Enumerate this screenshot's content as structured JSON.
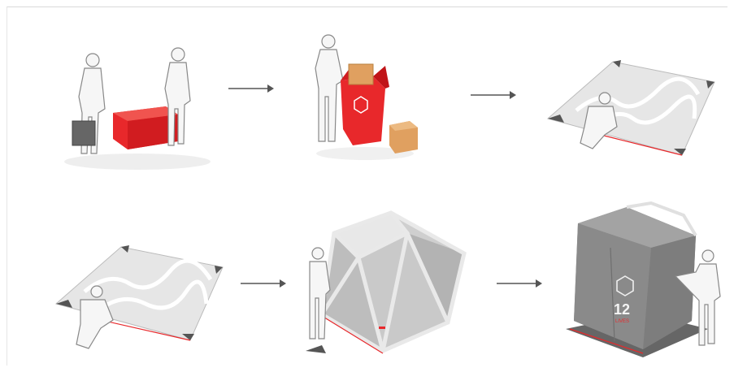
{
  "illustration": {
    "steps": [
      {
        "id": 1,
        "icon": "people-carrying-red-box"
      },
      {
        "id": 2,
        "icon": "person-unpacking-red-box"
      },
      {
        "id": 3,
        "icon": "person-unfolding-floor-mat"
      },
      {
        "id": 4,
        "icon": "person-assembling-floor-mat"
      },
      {
        "id": 5,
        "icon": "person-erecting-tent-frame"
      },
      {
        "id": 6,
        "icon": "people-covering-tent"
      }
    ],
    "arrow_icon": "arrow-right-icon",
    "tent_badge": {
      "number": "12",
      "sub": "LIVES"
    },
    "colors": {
      "accent": "#e8282b",
      "tent": "#8f8f8f",
      "frame": "#dcdcdc",
      "box": "#e0a060",
      "arrow": "#555555"
    }
  }
}
